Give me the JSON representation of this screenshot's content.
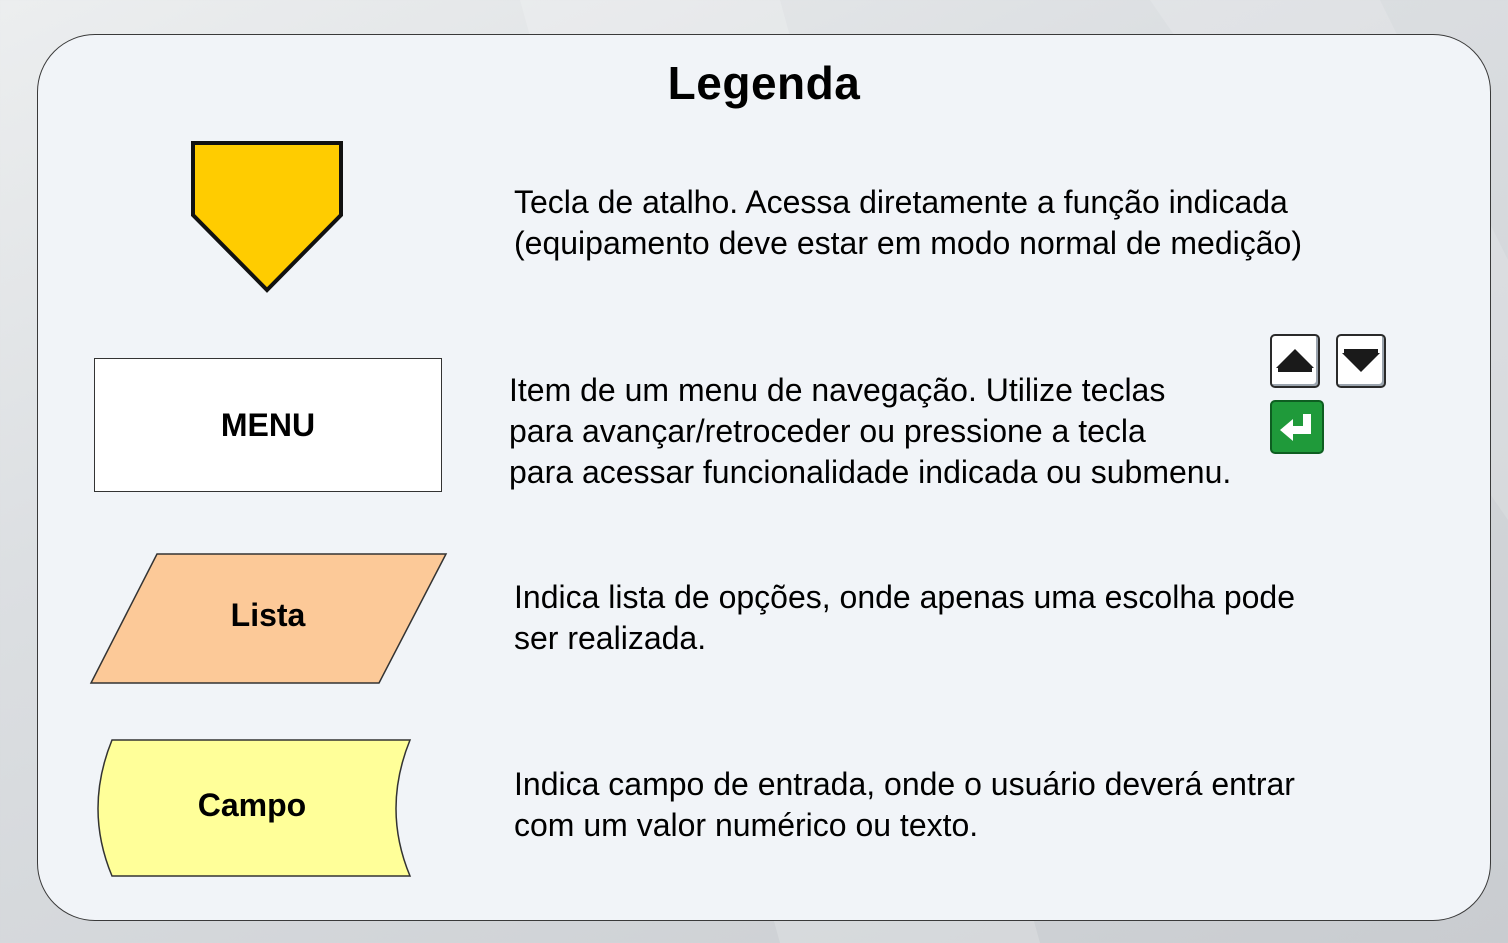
{
  "legend": {
    "title": "Legenda",
    "items": [
      {
        "shape": "shortcut-key-pentagon",
        "color": "#ffcc00",
        "label": "",
        "description_lines": [
          "Tecla de atalho. Acessa diretamente a função indicada",
          "(equipamento deve estar em modo normal de medição)"
        ]
      },
      {
        "shape": "menu-rectangle",
        "color": "#ffffff",
        "label": "MENU",
        "description_lines": [
          "Item de um menu de navegação. Utilize teclas",
          "para avançar/retroceder ou pressione a tecla",
          "para acessar funcionalidade indicada ou submenu."
        ],
        "keys": [
          "arrow-up-key-icon",
          "arrow-down-key-icon",
          "enter-key-icon"
        ]
      },
      {
        "shape": "list-parallelogram",
        "color": "#fcc998",
        "label": "Lista",
        "description_lines": [
          "Indica lista de opções, onde apenas uma escolha pode",
          "ser realizada."
        ]
      },
      {
        "shape": "field-curved-box",
        "color": "#ffff99",
        "label": "Campo",
        "description_lines": [
          "Indica campo de entrada, onde o usuário deverá entrar",
          "com um valor numérico ou texto."
        ]
      }
    ]
  },
  "colors": {
    "panel_background": "#f1f4f8",
    "enter_key": "#1f9a3a",
    "shortcut_key": "#ffcc00",
    "list_fill": "#fcc998",
    "field_fill": "#ffff99"
  }
}
